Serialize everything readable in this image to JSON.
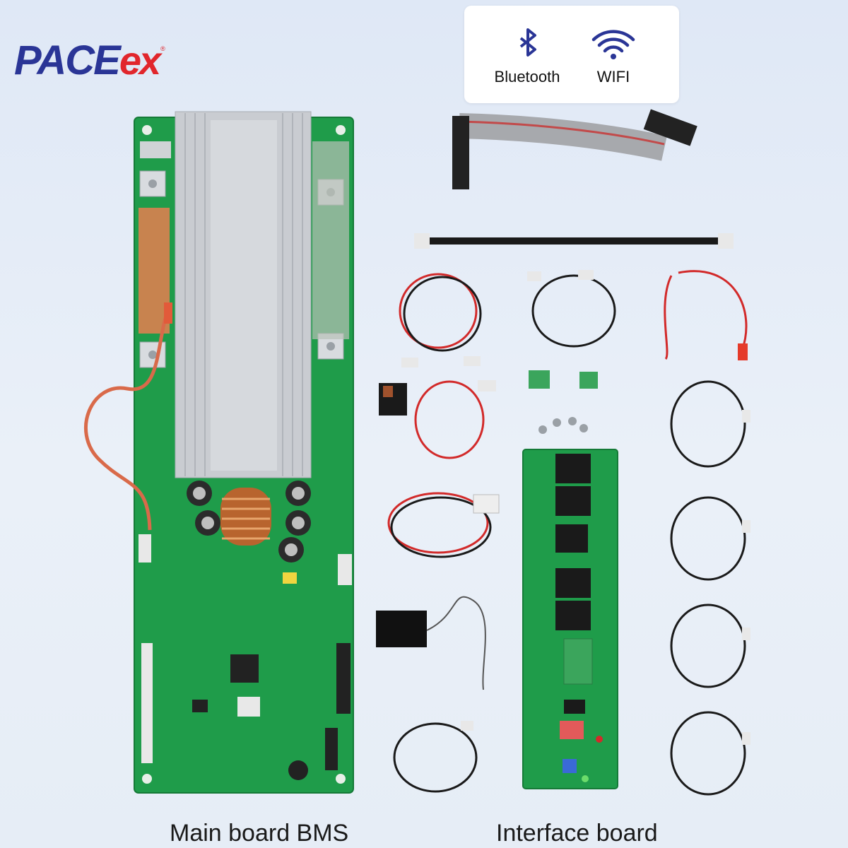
{
  "brand": {
    "logo_text_main": "PACE",
    "logo_text_accent": "ex",
    "registered_mark": "®",
    "primary_color": "#2a3596",
    "accent_color": "#e1262c"
  },
  "connectivity": {
    "items": [
      {
        "label": "Bluetooth",
        "icon": "bluetooth-icon"
      },
      {
        "label": "WIFI",
        "icon": "wifi-icon"
      }
    ],
    "icon_color": "#2a3596"
  },
  "captions": {
    "main_board": "Main board BMS",
    "interface_board": "Interface board"
  },
  "colors": {
    "pcb_green": "#1f9c4a",
    "heatsink": "#c9ccd1",
    "cable_red": "#d22a2a",
    "cable_black": "#1a1a1a"
  }
}
